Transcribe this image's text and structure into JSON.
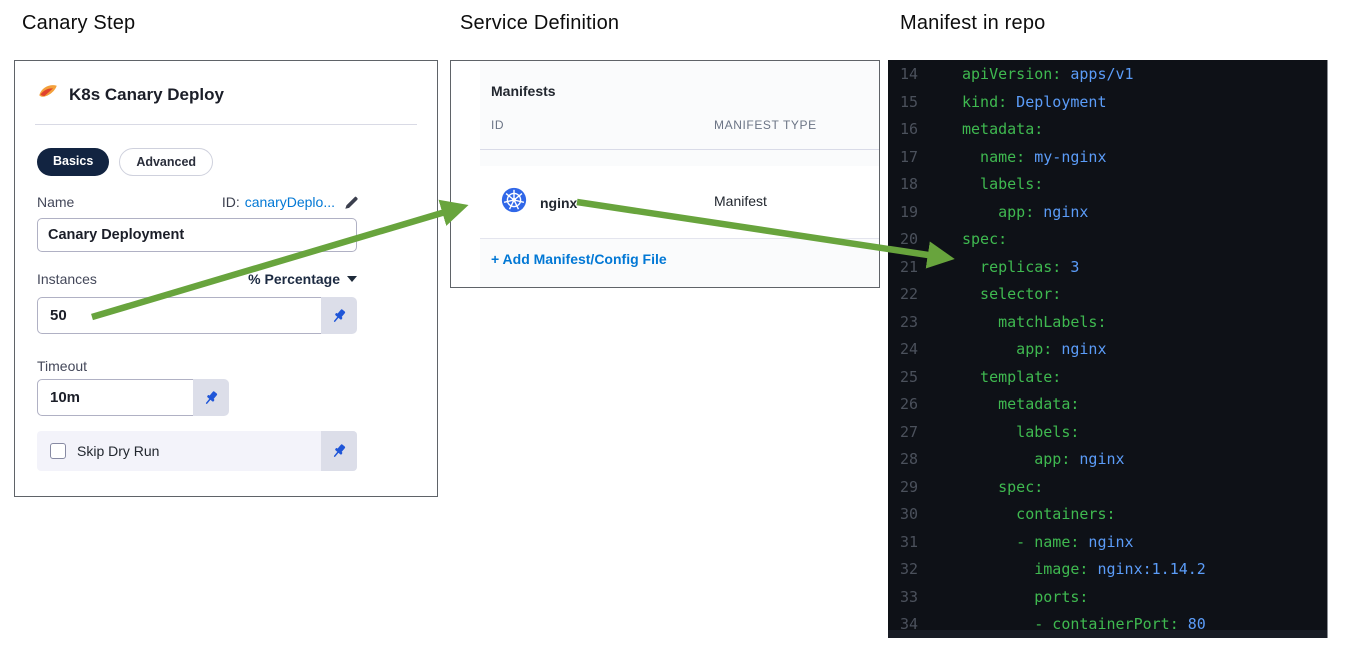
{
  "headings": {
    "left": "Canary Step",
    "middle": "Service Definition",
    "right": "Manifest in repo"
  },
  "canary_step": {
    "title": "K8s Canary Deploy",
    "tabs": [
      {
        "label": "Basics",
        "active": true
      },
      {
        "label": "Advanced",
        "active": false
      }
    ],
    "name_label": "Name",
    "id_prefix": "ID:",
    "id_value": "canaryDeplo...",
    "name_value": "Canary Deployment",
    "instances_label": "Instances",
    "instances_unit": "% Percentage",
    "instances_value": "50",
    "timeout_label": "Timeout",
    "timeout_value": "10m",
    "skip_dry_run_label": "Skip Dry Run",
    "skip_dry_run_checked": false
  },
  "service_definition": {
    "section_title": "Manifests",
    "columns": [
      "ID",
      "MANIFEST TYPE"
    ],
    "rows": [
      {
        "id": "nginx",
        "type": "Manifest",
        "icon": "kubernetes-icon"
      }
    ],
    "add_link": "+ Add Manifest/Config File"
  },
  "manifest_code": {
    "lines": [
      {
        "n": "14",
        "green": "apiVersion:",
        "blue": " apps/v1"
      },
      {
        "n": "15",
        "green": "kind:",
        "blue": " Deployment"
      },
      {
        "n": "16",
        "green": "metadata:",
        "blue": ""
      },
      {
        "n": "17",
        "green": "  name:",
        "blue": " my-nginx"
      },
      {
        "n": "18",
        "green": "  labels:",
        "blue": ""
      },
      {
        "n": "19",
        "green": "    app:",
        "blue": " nginx"
      },
      {
        "n": "20",
        "green": "spec:",
        "blue": ""
      },
      {
        "n": "21",
        "green": "  replicas:",
        "blue": " 3"
      },
      {
        "n": "22",
        "green": "  selector:",
        "blue": ""
      },
      {
        "n": "23",
        "green": "    matchLabels:",
        "blue": ""
      },
      {
        "n": "24",
        "green": "      app:",
        "blue": " nginx"
      },
      {
        "n": "25",
        "green": "  template:",
        "blue": ""
      },
      {
        "n": "26",
        "green": "    metadata:",
        "blue": ""
      },
      {
        "n": "27",
        "green": "      labels:",
        "blue": ""
      },
      {
        "n": "28",
        "green": "        app:",
        "blue": " nginx"
      },
      {
        "n": "29",
        "green": "    spec:",
        "blue": ""
      },
      {
        "n": "30",
        "green": "      containers:",
        "blue": ""
      },
      {
        "n": "31",
        "green": "      - name:",
        "blue": " nginx"
      },
      {
        "n": "32",
        "green": "        image:",
        "blue": " nginx:1.14.2"
      },
      {
        "n": "33",
        "green": "        ports:",
        "blue": ""
      },
      {
        "n": "34",
        "green": "        - containerPort:",
        "blue": " 80"
      }
    ]
  },
  "colors": {
    "accent_blue": "#0278d5",
    "arrow_green": "#68a43d",
    "code_key_green": "#3fb950",
    "code_value_blue": "#5b9cf8",
    "code_background": "#0e1117",
    "active_pill_navy": "#122441",
    "kubernetes_blue": "#3067e8",
    "pin_blue": "#2056d8"
  }
}
